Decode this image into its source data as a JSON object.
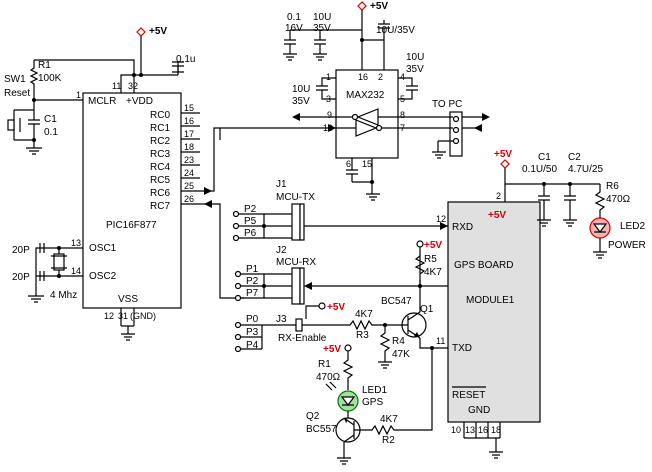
{
  "power": {
    "vcc": "+5V"
  },
  "mcu": {
    "name": "PIC16F877",
    "pins": {
      "mclr": "MCLR",
      "vdd": "+VDD",
      "vss": "VSS",
      "gnd": "(GND)",
      "osc1": "OSC1",
      "osc2": "OSC2",
      "rc0": "RC0",
      "rc1": "RC1",
      "rc2": "RC2",
      "rc3": "RC3",
      "rc4": "RC4",
      "rc5": "RC5",
      "rc6": "RC6",
      "rc7": "RC7"
    },
    "pin_numbers": {
      "p1": "1",
      "p11": "11",
      "p32": "32",
      "p12": "12",
      "p31": "31",
      "p13": "13",
      "p14": "14",
      "p15": "15",
      "p16": "16",
      "p17": "17",
      "p18": "18",
      "p23": "23",
      "p24": "24",
      "p25": "25",
      "p26": "26"
    }
  },
  "reset": {
    "sw1": "SW1",
    "sw1_label": "Reset",
    "r1": "R1",
    "r1_val": "100K",
    "c1": "C1",
    "c1_val": "0.1",
    "cvdd": "0.1u"
  },
  "crystal": {
    "c20a": "20P",
    "c20b": "20P",
    "freq": "4 Mhz"
  },
  "max232": {
    "name": "MAX232",
    "pins": {
      "p1": "1",
      "p2": "2",
      "p3": "3",
      "p4": "4",
      "p5": "5",
      "p6": "6",
      "p7": "7",
      "p8": "8",
      "p9": "9",
      "p10": "10",
      "p15": "15",
      "p16": "16"
    },
    "caps": {
      "c01": "0.1",
      "c01v": "16V",
      "c10a": "10U",
      "c10av": "35V",
      "c10b": "10U/35V",
      "c10c": "10U",
      "c10cv": "35V",
      "c10d": "10U",
      "c10dv": "35V"
    },
    "to_pc": "TO PC"
  },
  "jumpers": {
    "j1": "J1",
    "j1_label": "MCU-TX",
    "j2": "J2",
    "j2_label": "MCU-RX",
    "j3": "J3",
    "j3_label": "RX-Enable",
    "j1_pins": [
      "P2",
      "P5",
      "P6"
    ],
    "j2_pins": [
      "P1",
      "P2",
      "P7"
    ],
    "j3_pins": [
      "P0",
      "P3",
      "P4"
    ]
  },
  "gps": {
    "label1": "GPS BOARD",
    "label2": "MODULE1",
    "rxd": "RXD",
    "txd": "TXD",
    "reset": "RESET",
    "gnd": "GND",
    "pin_rxd": "12",
    "pin_txd": "11",
    "pin_vcc": "2",
    "gnd_pins": [
      "10",
      "13",
      "16",
      "18"
    ]
  },
  "q1": {
    "name": "Q1",
    "type": "BC547",
    "r3": "R3",
    "r3_val": "4K7",
    "r4": "R4",
    "r4_val": "47K",
    "r5": "R5",
    "r5_val": "4K7"
  },
  "led_gps": {
    "r1": "R1",
    "r1_val": "470Ω",
    "led": "LED1",
    "led_label": "GPS"
  },
  "q2": {
    "name": "Q2",
    "type": "BC557",
    "r2": "R2",
    "r2_val": "4K7"
  },
  "power_led": {
    "c1": "C1",
    "c1_val": "0.1U/50",
    "c2": "C2",
    "c2_val": "4.7U/25",
    "r6": "R6",
    "r6_val": "470Ω",
    "led": "LED2",
    "led_label": "POWER"
  }
}
